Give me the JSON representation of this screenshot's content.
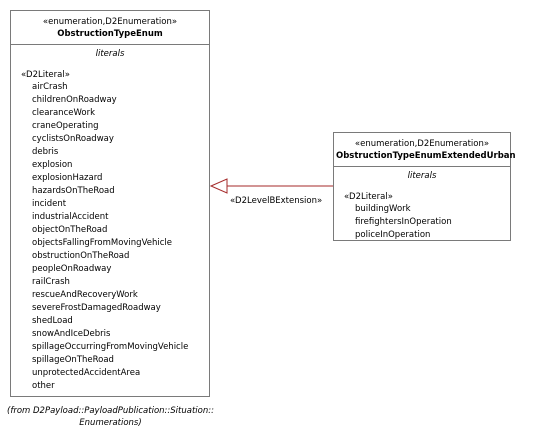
{
  "main_class": {
    "stereotype": "«enumeration,D2Enumeration»",
    "name": "ObstructionTypeEnum",
    "compartment_title": "literals",
    "literal_stereotype": "«D2Literal»",
    "literals": [
      "airCrash",
      "childrenOnRoadway",
      "clearanceWork",
      "craneOperating",
      "cyclistsOnRoadway",
      "debris",
      "explosion",
      "explosionHazard",
      "hazardsOnTheRoad",
      "incident",
      "industrialAccident",
      "objectOnTheRoad",
      "objectsFallingFromMovingVehicle",
      "obstructionOnTheRoad",
      "peopleOnRoadway",
      "railCrash",
      "rescueAndRecoveryWork",
      "severeFrostDamagedRoadway",
      "shedLoad",
      "snowAndIceDebris",
      "spillageOccurringFromMovingVehicle",
      "spillageOnTheRoad",
      "unprotectedAccidentArea",
      "other"
    ]
  },
  "extension_class": {
    "stereotype": "«enumeration,D2Enumeration»",
    "name": "ObstructionTypeEnumExtendedUrban",
    "compartment_title": "literals",
    "literal_stereotype": "«D2Literal»",
    "literals": [
      "buildingWork",
      "firefightersInOperation",
      "policeInOperation"
    ]
  },
  "connector": {
    "label": "«D2LevelBExtension»",
    "color": "#a52a2a"
  },
  "from_note": {
    "line1": "(from D2Payload::PayloadPublication::Situation::",
    "line2": "Enumerations)"
  }
}
